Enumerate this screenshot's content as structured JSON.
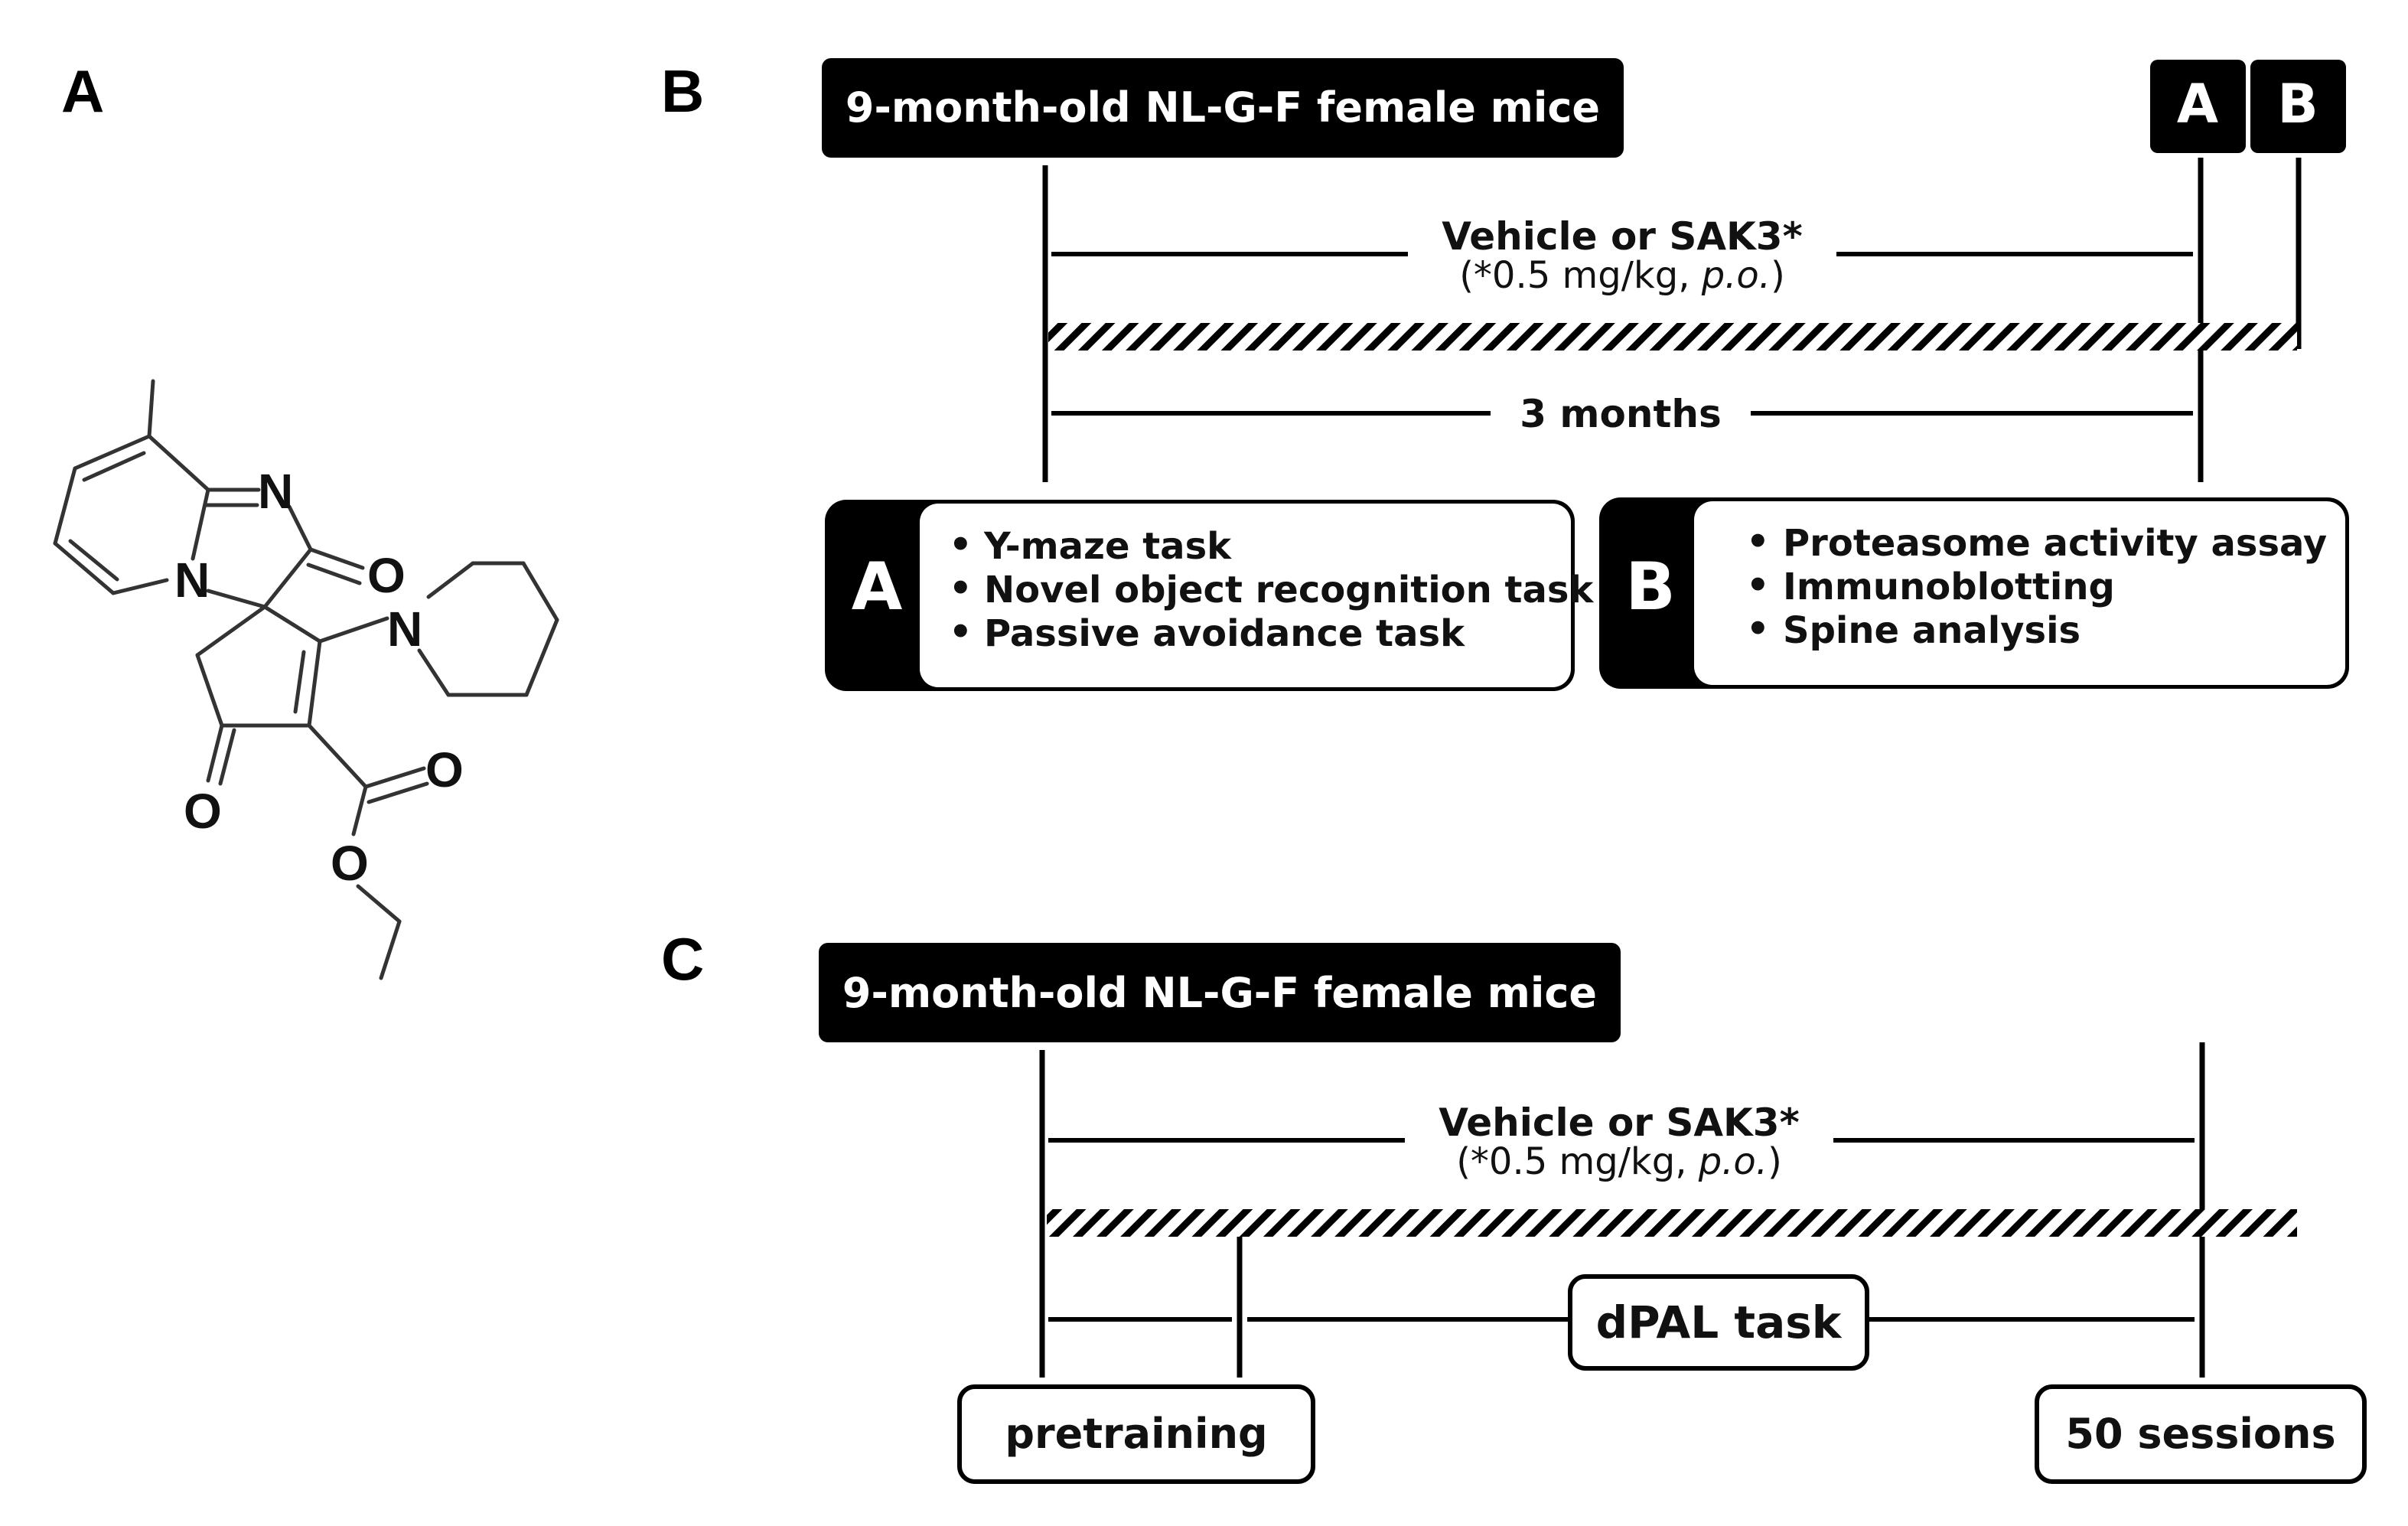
{
  "panels": {
    "a": "A",
    "b": "B",
    "c": "C"
  },
  "structure": {
    "atoms": {
      "n1": "N",
      "n2": "N",
      "n3": "N",
      "o1": "O",
      "o2": "O",
      "o3": "O",
      "o4": "O"
    }
  },
  "panel_b": {
    "header": "9-month-old NL-G-F female mice",
    "end_marks": [
      "A",
      "B"
    ],
    "treatment_line1": "Vehicle or SAK3*",
    "treatment_line2_prefix": "(*0.5 mg/kg, ",
    "treatment_line2_route": "p.o.",
    "treatment_line2_suffix": ")",
    "duration": "3 months",
    "box_a": {
      "letter": "A",
      "items": [
        "Y-maze task",
        "Novel object recognition task",
        "Passive avoidance task"
      ]
    },
    "box_b": {
      "letter": "B",
      "items": [
        "Proteasome activity assay",
        "Immunoblotting",
        "Spine analysis"
      ]
    }
  },
  "panel_c": {
    "header": "9-month-old NL-G-F female mice",
    "treatment_line1": "Vehicle or SAK3*",
    "treatment_line2_prefix": "(*0.5 mg/kg, ",
    "treatment_line2_route": "p.o.",
    "treatment_line2_suffix": ")",
    "task": "dPAL task",
    "pretraining": "pretraining",
    "sessions": "50 sessions"
  },
  "colors": {
    "header_fill": "#000000",
    "line": "#000000"
  }
}
